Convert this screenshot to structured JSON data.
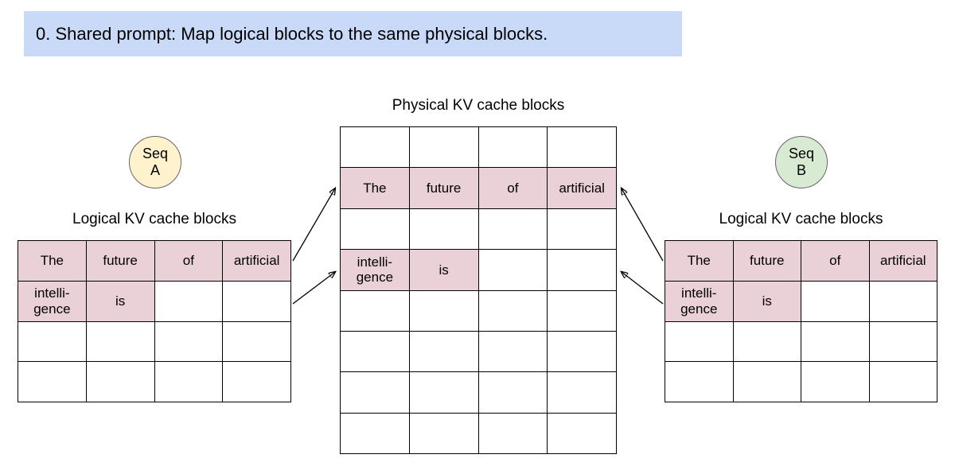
{
  "colors": {
    "title_bg": "#c9daf8",
    "cell_filled": "#ead1d8",
    "seq_a_bg": "#fff2cc",
    "seq_b_bg": "#d9ead3",
    "line_color": "#000000"
  },
  "title": "0. Shared prompt: Map logical blocks to the same physical blocks.",
  "physical": {
    "label": "Physical KV cache blocks",
    "rows": [
      [
        {
          "text": "",
          "filled": false
        },
        {
          "text": "",
          "filled": false
        },
        {
          "text": "",
          "filled": false
        },
        {
          "text": "",
          "filled": false
        }
      ],
      [
        {
          "text": "The",
          "filled": true
        },
        {
          "text": "future",
          "filled": true
        },
        {
          "text": "of",
          "filled": true
        },
        {
          "text": "artificial",
          "filled": true
        }
      ],
      [
        {
          "text": "",
          "filled": false
        },
        {
          "text": "",
          "filled": false
        },
        {
          "text": "",
          "filled": false
        },
        {
          "text": "",
          "filled": false
        }
      ],
      [
        {
          "text": "intelli-\ngence",
          "filled": true
        },
        {
          "text": "is",
          "filled": true
        },
        {
          "text": "",
          "filled": false
        },
        {
          "text": "",
          "filled": false
        }
      ],
      [
        {
          "text": "",
          "filled": false
        },
        {
          "text": "",
          "filled": false
        },
        {
          "text": "",
          "filled": false
        },
        {
          "text": "",
          "filled": false
        }
      ],
      [
        {
          "text": "",
          "filled": false
        },
        {
          "text": "",
          "filled": false
        },
        {
          "text": "",
          "filled": false
        },
        {
          "text": "",
          "filled": false
        }
      ],
      [
        {
          "text": "",
          "filled": false
        },
        {
          "text": "",
          "filled": false
        },
        {
          "text": "",
          "filled": false
        },
        {
          "text": "",
          "filled": false
        }
      ],
      [
        {
          "text": "",
          "filled": false
        },
        {
          "text": "",
          "filled": false
        },
        {
          "text": "",
          "filled": false
        },
        {
          "text": "",
          "filled": false
        }
      ]
    ]
  },
  "seq_a": {
    "badge": "Seq\nA",
    "label": "Logical KV cache blocks",
    "rows": [
      [
        {
          "text": "The",
          "filled": true
        },
        {
          "text": "future",
          "filled": true
        },
        {
          "text": "of",
          "filled": true
        },
        {
          "text": "artificial",
          "filled": true
        }
      ],
      [
        {
          "text": "intelli-\ngence",
          "filled": true
        },
        {
          "text": "is",
          "filled": true
        },
        {
          "text": "",
          "filled": false
        },
        {
          "text": "",
          "filled": false
        }
      ],
      [
        {
          "text": "",
          "filled": false
        },
        {
          "text": "",
          "filled": false
        },
        {
          "text": "",
          "filled": false
        },
        {
          "text": "",
          "filled": false
        }
      ],
      [
        {
          "text": "",
          "filled": false
        },
        {
          "text": "",
          "filled": false
        },
        {
          "text": "",
          "filled": false
        },
        {
          "text": "",
          "filled": false
        }
      ]
    ]
  },
  "seq_b": {
    "badge": "Seq\nB",
    "label": "Logical KV cache blocks",
    "rows": [
      [
        {
          "text": "The",
          "filled": true
        },
        {
          "text": "future",
          "filled": true
        },
        {
          "text": "of",
          "filled": true
        },
        {
          "text": "artificial",
          "filled": true
        }
      ],
      [
        {
          "text": "intelli-\ngence",
          "filled": true
        },
        {
          "text": "is",
          "filled": true
        },
        {
          "text": "",
          "filled": false
        },
        {
          "text": "",
          "filled": false
        }
      ],
      [
        {
          "text": "",
          "filled": false
        },
        {
          "text": "",
          "filled": false
        },
        {
          "text": "",
          "filled": false
        },
        {
          "text": "",
          "filled": false
        }
      ],
      [
        {
          "text": "",
          "filled": false
        },
        {
          "text": "",
          "filled": false
        },
        {
          "text": "",
          "filled": false
        },
        {
          "text": "",
          "filled": false
        }
      ]
    ]
  }
}
